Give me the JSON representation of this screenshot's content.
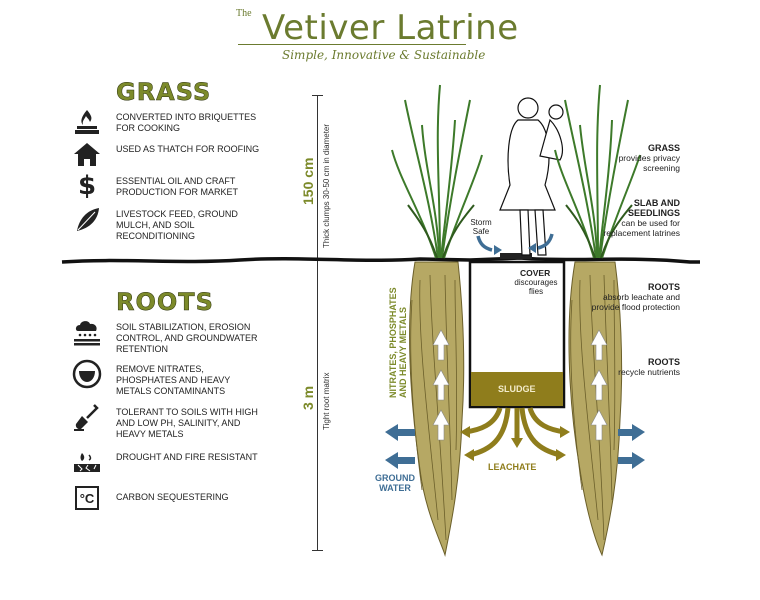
{
  "title": {
    "prefix": "The",
    "main": "Vetiver Latrine",
    "subtitle": "Simple, Innovative & Sustainable"
  },
  "grass": {
    "heading": "GRASS",
    "items": [
      {
        "icon": "fire-icon",
        "text": "CONVERTED INTO BRIQUETTES FOR COOKING"
      },
      {
        "icon": "house-icon",
        "text": "USED AS THATCH FOR ROOFING"
      },
      {
        "icon": "dollar-icon",
        "text": "ESSENTIAL OIL AND CRAFT PRODUCTION FOR MARKET"
      },
      {
        "icon": "leaf-icon",
        "text": "LIVESTOCK FEED, GROUND MULCH, AND SOIL RECONDITIONING"
      }
    ]
  },
  "roots": {
    "heading": "ROOTS",
    "items": [
      {
        "icon": "rain-cloud-icon",
        "text": "SOIL STABILIZATION, EROSION CONTROL, AND GROUNDWATER RETENTION"
      },
      {
        "icon": "filter-bowl-icon",
        "text": "REMOVE NITRATES, PHOSPHATES AND HEAVY METALS CONTAMINANTS"
      },
      {
        "icon": "shovel-icon",
        "text": "TOLERANT TO SOILS WITH HIGH AND LOW PH, SALINITY, AND HEAVY METALS"
      },
      {
        "icon": "drought-icon",
        "text": "DROUGHT AND FIRE RESISTANT"
      },
      {
        "icon": "celsius-icon",
        "text": "CARBON SEQUESTERING"
      }
    ]
  },
  "scale": {
    "top_value": "150 cm",
    "top_note": "Thick clumps 30-50 cm in diameter",
    "bottom_value": "3 m",
    "bottom_note": "Tight root matrix"
  },
  "diagram": {
    "storm_safe": "Storm Safe",
    "cover_title": "COVER",
    "cover_text": "discourages flies",
    "sludge": "SLUDGE",
    "leachate": "LEACHATE",
    "groundwater": "GROUND WATER",
    "nitrates_label": "NITRATES, PHOSPHATES AND HEAVY METALS"
  },
  "right_labels": [
    {
      "title": "GRASS",
      "text": "provides privacy screening"
    },
    {
      "title": "SLAB and SEEDLINGS",
      "text": "can be used for replacement latrines"
    },
    {
      "title": "ROOTS",
      "text": "absorb leachate and provide flood protection"
    },
    {
      "title": "ROOTS",
      "text": "recycle nutrients"
    }
  ],
  "colors": {
    "olive": "#7c8a2a",
    "sludge": "#8f7d1c",
    "water": "#3f6e95",
    "leaf": "#3d7a2a",
    "root": "#a89a55"
  }
}
